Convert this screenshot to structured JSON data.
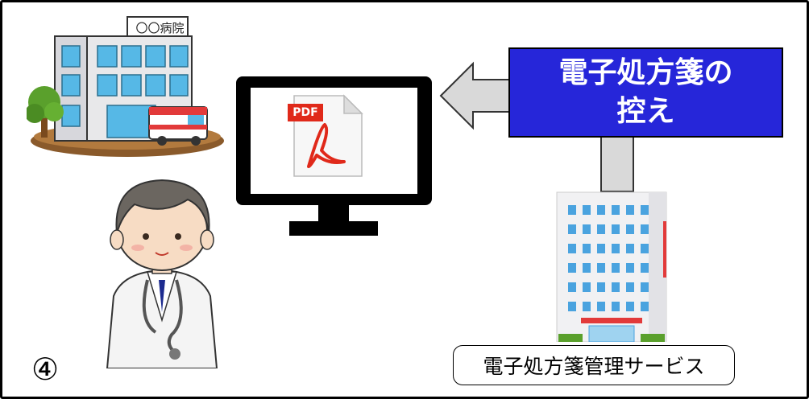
{
  "hospital": {
    "sign": "〇〇病院"
  },
  "title": {
    "line1": "電子処方箋の",
    "line2": "控え"
  },
  "document": {
    "icon_label": "PDF"
  },
  "service": {
    "label": "電子処方箋管理サービス"
  },
  "step": {
    "marker": "④"
  },
  "colors": {
    "title_bg": "#2626d9",
    "arrow_fill": "#d9d9d9",
    "monitor": "#000000",
    "pdf_red": "#e0291a"
  }
}
